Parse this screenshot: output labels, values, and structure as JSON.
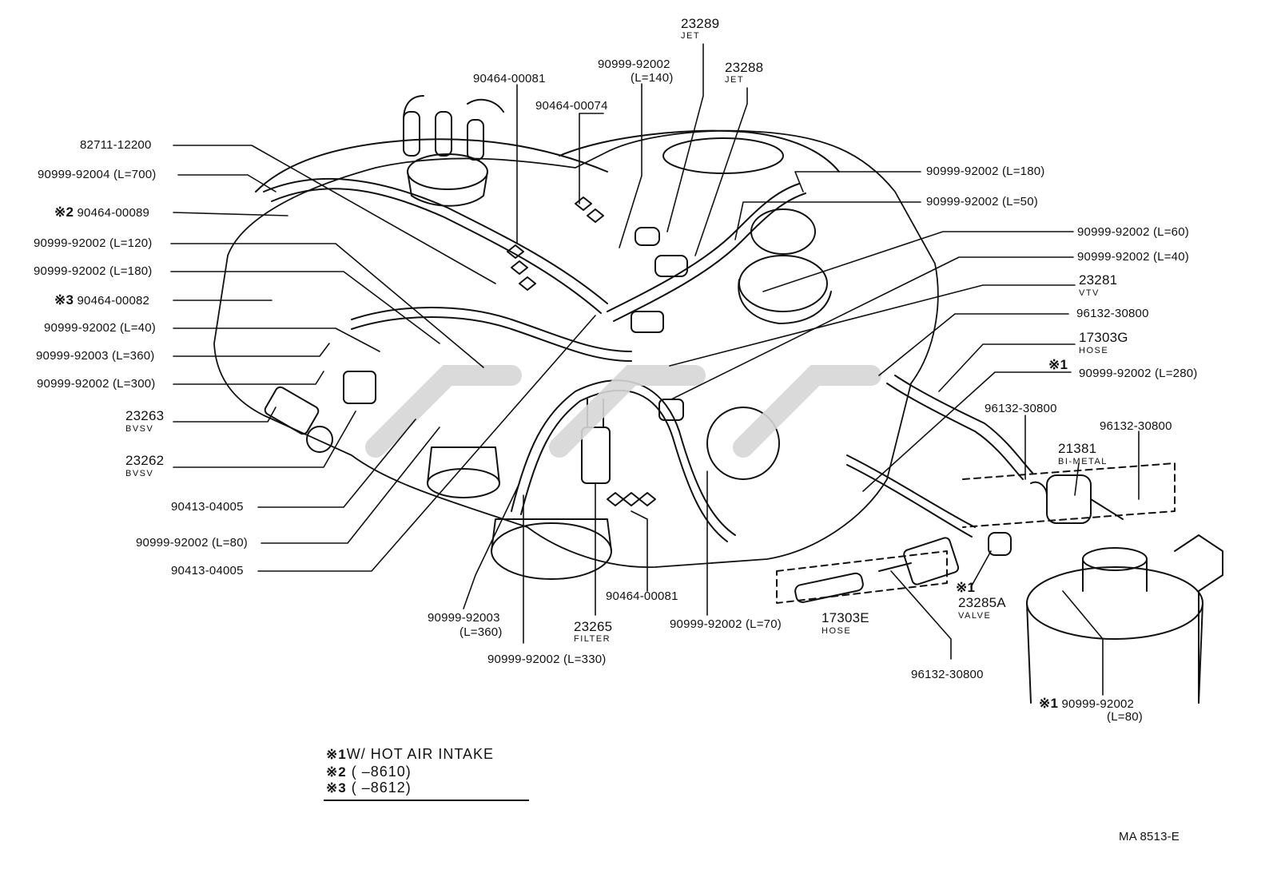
{
  "callouts": {
    "c1": {
      "text": "82711-12200"
    },
    "c2": {
      "text": "90999-92004 (L=700)"
    },
    "c3": {
      "mark": "※2",
      "text": "90464-00089"
    },
    "c4": {
      "text": "90999-92002 (L=120)"
    },
    "c5": {
      "text": "90999-92002 (L=180)"
    },
    "c6": {
      "mark": "※3",
      "text": "90464-00082"
    },
    "c7": {
      "text": "90999-92002 (L=40)"
    },
    "c8": {
      "text": "90999-92003 (L=360)"
    },
    "c9": {
      "text": "90999-92002 (L=300)"
    },
    "c10": {
      "text": "23263",
      "sub": "BVSV"
    },
    "c11": {
      "text": "23262",
      "sub": "BVSV"
    },
    "c12": {
      "text": "90413-04005"
    },
    "c13": {
      "text": "90999-92002 (L=80)"
    },
    "c14": {
      "text": "90413-04005"
    },
    "c15": {
      "text": "90999-92003",
      "text2": "(L=360)"
    },
    "c16": {
      "text": "90999-92002 (L=330)"
    },
    "c17": {
      "text": "23265",
      "sub": "FILTER"
    },
    "c18": {
      "text": "90464-00081"
    },
    "c19": {
      "text": "90999-92002 (L=70)"
    },
    "c20": {
      "text": "17303E",
      "sub": "HOSE"
    },
    "c21": {
      "text": "96132-30800"
    },
    "c22": {
      "mark": "※1",
      "text": "23285A",
      "sub": "VALVE"
    },
    "c23": {
      "mark": "※1",
      "text": "90999-92002",
      "text2": "(L=80)"
    },
    "c24": {
      "text": "96132-30800"
    },
    "c25": {
      "text": "21381",
      "sub": "BI-METAL"
    },
    "c26": {
      "text": "96132-30800"
    },
    "c27": {
      "mark": "※1",
      "text": "90999-92002 (L=280)"
    },
    "c28": {
      "text": "17303G",
      "sub": "HOSE"
    },
    "c29": {
      "text": "96132-30800"
    },
    "c30": {
      "text": "23281",
      "sub": "VTV"
    },
    "c31": {
      "text": "90999-92002 (L=40)"
    },
    "c32": {
      "text": "90999-92002 (L=60)"
    },
    "c33": {
      "text": "90999-92002 (L=50)"
    },
    "c34": {
      "text": "90999-92002 (L=180)"
    },
    "c35": {
      "text": "23288",
      "sub": "JET"
    },
    "c36": {
      "text": "23289",
      "sub": "JET"
    },
    "c37": {
      "text": "90999-92002",
      "text2": "(L=140)"
    },
    "c38": {
      "text": "90464-00074"
    },
    "c39": {
      "text": "90464-00081"
    }
  },
  "notes": [
    {
      "mark": "※1",
      "text": "W/ HOT AIR INTAKE"
    },
    {
      "mark": "※2",
      "text": "(        –8610)"
    },
    {
      "mark": "※3",
      "text": "(        –8612)"
    }
  ],
  "footer": {
    "code": "MA 8513-E"
  },
  "colors": {
    "ink": "#111111",
    "paper": "#ffffff",
    "watermark": "#d6d6d6"
  }
}
